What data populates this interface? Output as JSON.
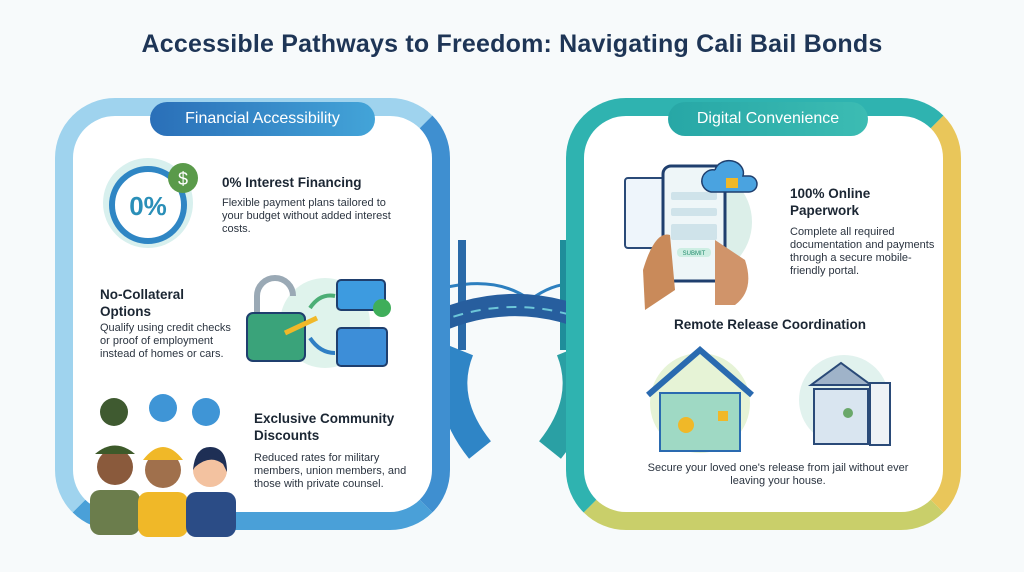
{
  "title": "Accessible Pathways to Freedom: Navigating Cali Bail Bonds",
  "left_section": {
    "label": "Financial Accessibility",
    "items": [
      {
        "heading": "0% Interest Financing",
        "description": "Flexible payment plans tailored to your budget without added interest costs.",
        "icon": "zero-percent-clock-icon",
        "icon_text": "0%"
      },
      {
        "heading": "No-Collateral Options",
        "description": "Qualify using credit checks or proof of employment instead of homes or cars.",
        "icon": "unlocked-padlock-key-icon"
      },
      {
        "heading": "Exclusive Community Discounts",
        "description": "Reduced rates for military members, union members, and those with private counsel.",
        "icon": "community-people-icon"
      }
    ]
  },
  "right_section": {
    "label": "Digital Convenience",
    "items": [
      {
        "heading": "100% Online Paperwork",
        "description": "Complete all required documentation and payments through a secure mobile-friendly portal.",
        "icon": "phone-form-icon",
        "submit_label": "SUBMIT"
      },
      {
        "heading": "Remote Release Coordination",
        "description": "Secure your loved one's release from jail without ever leaving your house.",
        "icon": "home-and-courthouse-icon"
      }
    ]
  },
  "colors": {
    "title": "#1e3556",
    "left_accent": "#2a6fb8",
    "right_accent": "#27a7a6",
    "gold": "#e9c65a",
    "green": "#5a9a4a"
  }
}
